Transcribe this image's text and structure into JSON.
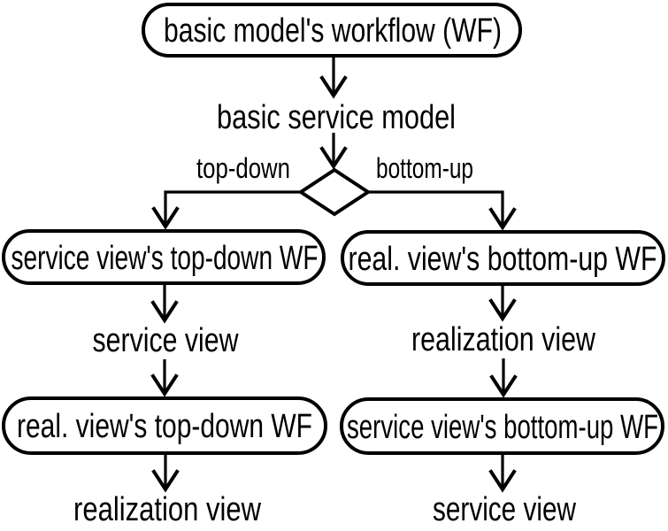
{
  "figure": {
    "type": "flowchart",
    "colors": {
      "stroke": "#000000",
      "background": "#ffffff",
      "text": "#000000"
    },
    "root": {
      "label": "basic model's workflow (WF)"
    },
    "model": {
      "label": "basic service model"
    },
    "decision": {
      "left_label": "top-down",
      "right_label": "bottom-up"
    },
    "left_branch": {
      "wf1": "service view's top-down WF",
      "view1": "service view",
      "wf2": "real. view's top-down WF",
      "view2": "realization view"
    },
    "right_branch": {
      "wf1": "real. view's bottom-up WF",
      "view1": "realization view",
      "wf2": "service view's bottom-up WF",
      "view2": "service view"
    }
  }
}
